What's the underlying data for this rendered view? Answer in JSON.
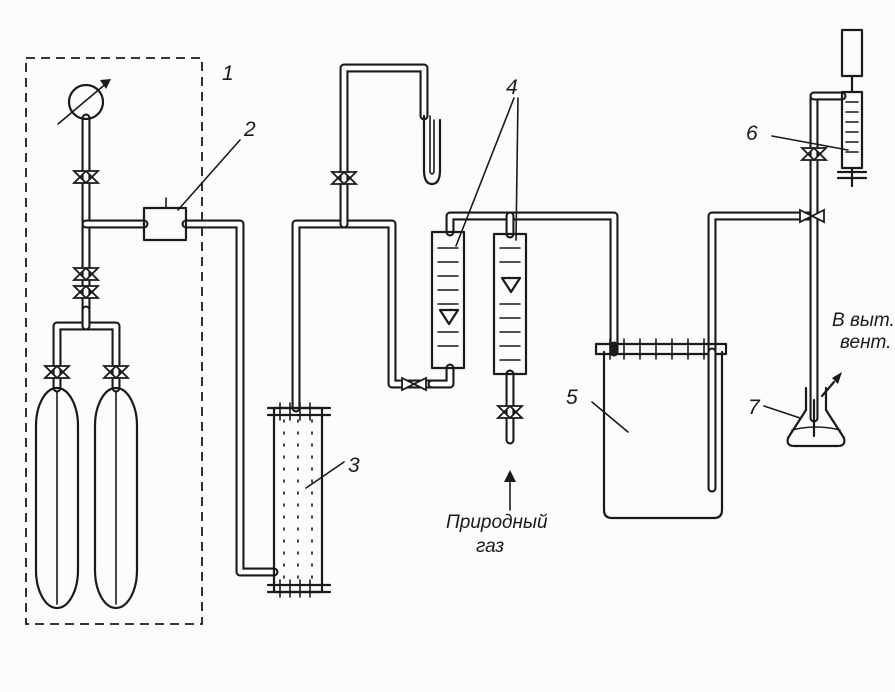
{
  "labels": {
    "n1": "1",
    "n2": "2",
    "n3": "3",
    "n4": "4",
    "n5": "5",
    "n6": "6",
    "n7": "7"
  },
  "annotations": {
    "natural_gas_line1": "Природный",
    "natural_gas_line2": "газ",
    "to_vent_line1": "В выт.",
    "to_vent_line2": "вент."
  }
}
